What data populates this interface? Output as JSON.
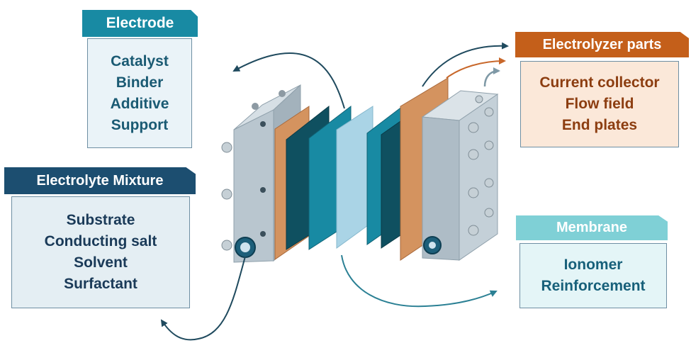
{
  "electrode": {
    "title": "Electrode",
    "items": [
      "Catalyst",
      "Binder",
      "Additive",
      "Support"
    ]
  },
  "electrolyte_mixture": {
    "title": "Electrolyte Mixture",
    "items": [
      "Substrate",
      "Conducting salt",
      "Solvent",
      "Surfactant"
    ]
  },
  "electrolyzer_parts": {
    "title": "Electrolyzer parts",
    "items": [
      "Current collector",
      "Flow field",
      "End plates"
    ]
  },
  "membrane": {
    "title": "Membrane",
    "items": [
      "Ionomer",
      "Reinforcement"
    ]
  },
  "colors": {
    "electrode_header": "#188aa3",
    "mixture_header": "#1c4e70",
    "parts_header": "#c45f1a",
    "membrane_header": "#7fd0d6",
    "copper_plate": "#d4935f",
    "dark_electrode": "#0f5060",
    "teal_electrode": "#188aa3",
    "membrane_sheet": "#aad4e6",
    "end_plate": "#b4c2cc"
  }
}
